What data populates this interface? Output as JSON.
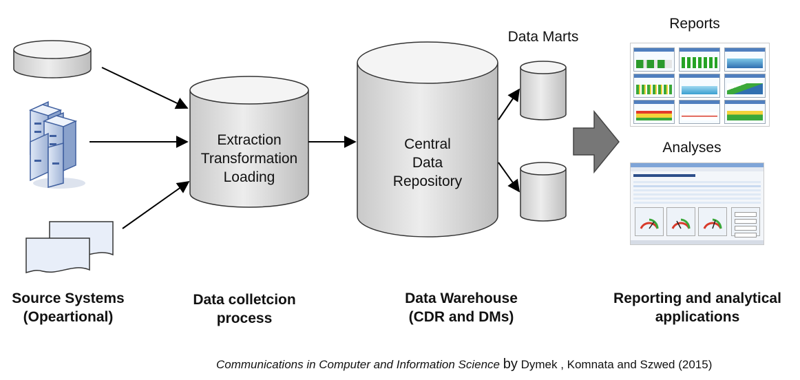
{
  "source_systems": {
    "label_line1": "Source Systems",
    "label_line2": "(Opeartional)"
  },
  "etl": {
    "line1": "Extraction",
    "line2": "Transformation",
    "line3": "Loading",
    "label_line1": "Data colletcion",
    "label_line2": "process"
  },
  "warehouse": {
    "line1": "Central",
    "line2": "Data",
    "line3": "Repository",
    "label_line1": "Data Warehouse",
    "label_line2": "(CDR and DMs)"
  },
  "data_marts": {
    "heading": "Data Marts"
  },
  "reporting": {
    "reports_heading": "Reports",
    "analyses_heading": "Analyses",
    "label_line1": "Reporting and analytical",
    "label_line2": "applications"
  },
  "caption": {
    "journal": "Communications in Computer and Information Science",
    "by": "by",
    "authors": "Dymek , Komnata and Szwed (2015)"
  }
}
